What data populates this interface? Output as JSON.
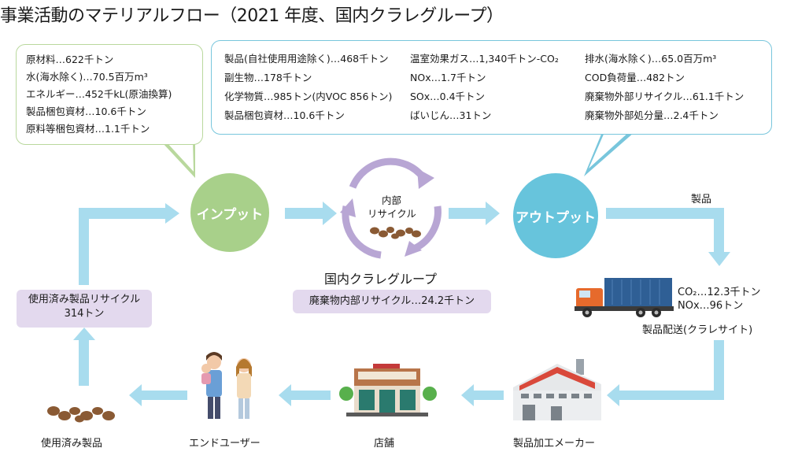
{
  "title": "事業活動のマテリアルフロー（2021 年度、国内クラレグループ）",
  "input_box": {
    "items": [
      "原材料…622千トン",
      "水(海水除く)…70.5百万m³",
      "エネルギー…452千kL(原油換算)",
      "製品梱包資材…10.6千トン",
      "原料等梱包資材…1.1千トン"
    ]
  },
  "output_box": {
    "col1": [
      "製品(自社使用用途除く)…468千トン",
      "副生物…178千トン",
      "化学物質…985トン(内VOC 856トン)",
      "製品梱包資材…10.6千トン"
    ],
    "col2": [
      "温室効果ガス…1,340千トン-CO₂",
      "NOx…1.7千トン",
      "SOx…0.4千トン",
      "ばいじん…31トン"
    ],
    "col3": [
      "排水(海水除く)…65.0百万m³",
      "COD負荷量…482トン",
      "廃棄物外部リサイクル…61.1千トン",
      "廃棄物外部処分量…2.4千トン"
    ]
  },
  "nodes": {
    "input": "インプット",
    "output": "アウトプット",
    "internal_recycle": [
      "内部",
      "リサイクル"
    ],
    "group_name": "国内クラレグループ",
    "internal_recycle_value": "廃棄物内部リサイクル…24.2千トン",
    "product_label": "製品",
    "delivery_values": [
      "CO₂…12.3千トン",
      "NOx…96トン"
    ],
    "delivery_label": "製品配送(クラレサイト)",
    "manufacturer_label": "製品加工メーカー",
    "store_label": "店舗",
    "end_user_label": "エンドユーザー",
    "used_products_label": "使用済み製品",
    "used_recycle": [
      "使用済み製品リサイクル",
      "314トン"
    ]
  },
  "colors": {
    "arrow": "#a8dcee",
    "input_green": "#a8d08a",
    "output_blue": "#67c4dc",
    "recycle_purple": "#b8a6d4",
    "purple_box": "#e3d9ee"
  }
}
